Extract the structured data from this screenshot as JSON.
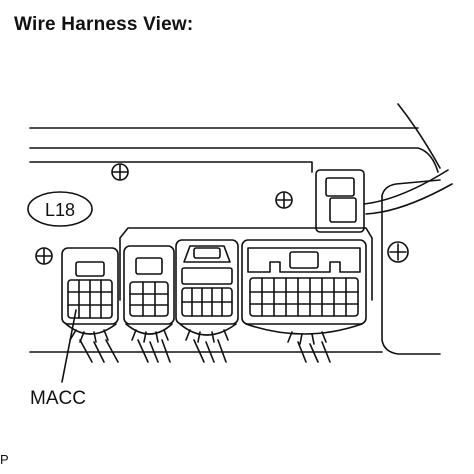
{
  "title": "Wire Harness View:",
  "connector_id": "L18",
  "connector_name": "MACC",
  "page_code": "P"
}
